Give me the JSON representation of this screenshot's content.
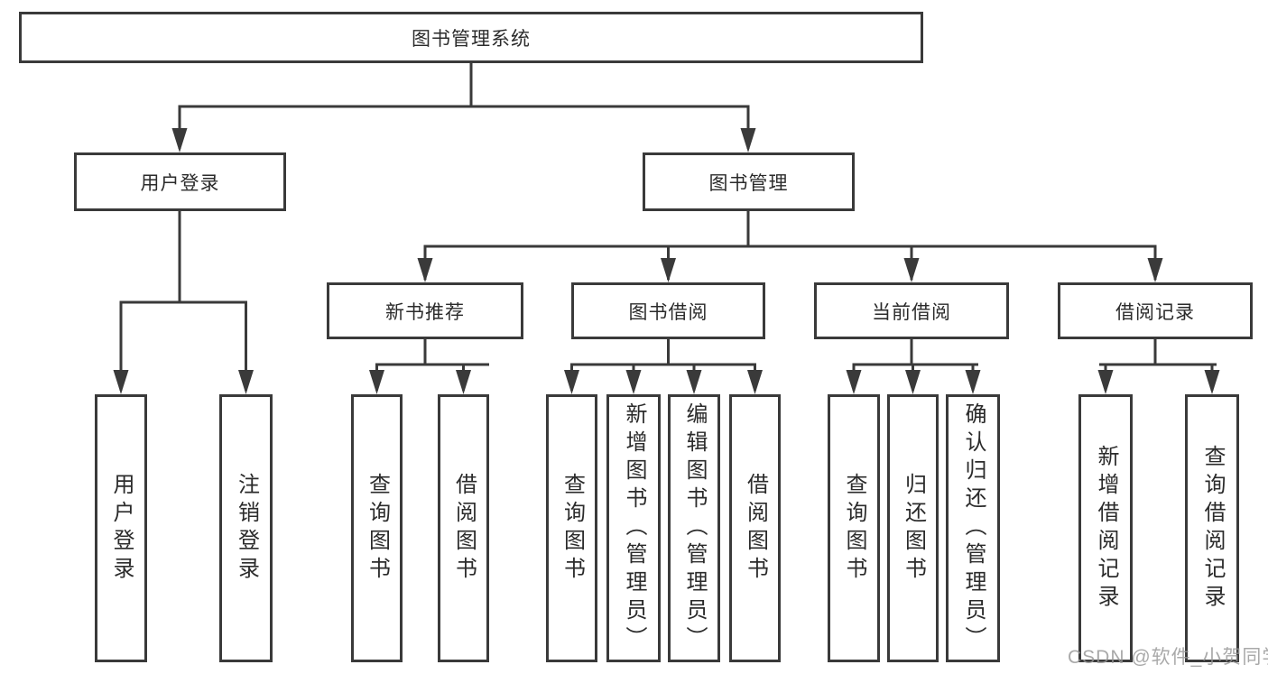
{
  "diagram": {
    "root": {
      "label": "图书管理系统"
    },
    "branches": [
      {
        "label": "用户登录",
        "children": [
          {
            "label": "用户登录"
          },
          {
            "label": "注销登录"
          }
        ]
      },
      {
        "label": "图书管理",
        "children": [
          {
            "label": "新书推荐",
            "children": [
              {
                "label": "查询图书"
              },
              {
                "label": "借阅图书"
              }
            ]
          },
          {
            "label": "图书借阅",
            "children": [
              {
                "label": "查询图书"
              },
              {
                "label": "新增图书（管理员）"
              },
              {
                "label": "编辑图书（管理员）"
              },
              {
                "label": "借阅图书"
              }
            ]
          },
          {
            "label": "当前借阅",
            "children": [
              {
                "label": "查询图书"
              },
              {
                "label": "归还图书"
              },
              {
                "label": "确认归还（管理员）"
              }
            ]
          },
          {
            "label": "借阅记录",
            "children": [
              {
                "label": "新增借阅记录"
              },
              {
                "label": "查询借阅记录"
              }
            ]
          }
        ]
      }
    ]
  },
  "watermark": {
    "text": "CSDN @软件_小贺同学"
  },
  "colors": {
    "line": "#3a3a3a",
    "text": "#2b2b2b",
    "box_background": "#ffffff",
    "page_background": "#ffffff",
    "watermark": "#969696"
  }
}
